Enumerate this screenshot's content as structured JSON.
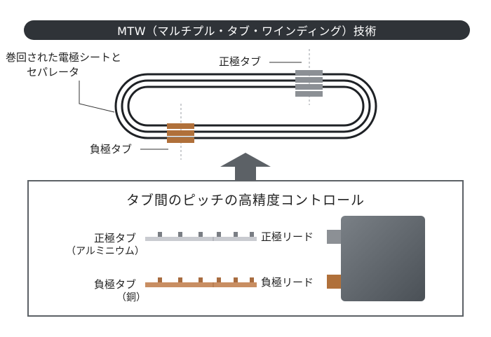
{
  "title": "MTW（マルチプル・タブ・ワインディング）技術",
  "winding": {
    "label_line1": "巻回された電極シートと",
    "label_line2": "セパレータ",
    "positive_tab_label": "正極タブ",
    "negative_tab_label": "負極タブ"
  },
  "pitch_control": {
    "title": "タブ間のピッチの高精度コントロール",
    "positive_tab": "正極タブ",
    "positive_material": "（アルミニウム）",
    "negative_tab": "負極タブ",
    "negative_material": "（銅）",
    "positive_lead": "正極リード",
    "negative_lead": "負極リード"
  },
  "colors": {
    "title_bg": "#2f3338",
    "winding_stroke": "#1e2125",
    "positive_tab": "#8c9095",
    "negative_tab": "#b0703a",
    "aluminum_strip": "#c9cbd0",
    "copper_strip": "#c88e62",
    "arrow": "#5c6166",
    "cell_body": "#585e64"
  }
}
